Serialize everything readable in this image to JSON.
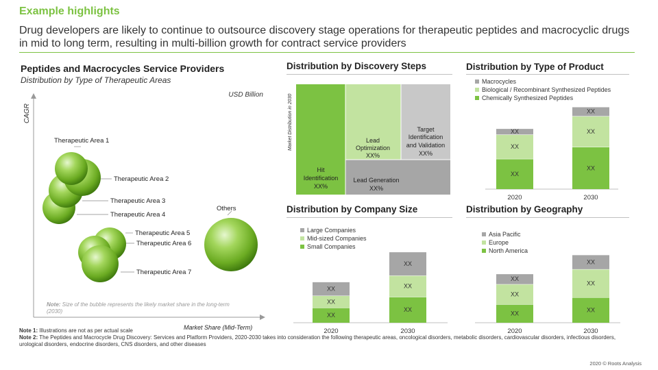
{
  "header": {
    "section_label": "Example highlights",
    "headline": "Drug developers are likely to continue to outsource discovery stage operations for therapeutic peptides and macrocyclic drugs in mid to long term, resulting in multi-billion growth for contract service providers"
  },
  "bubble_panel": {
    "title": "Peptides and Macrocycles Service Providers",
    "subtitle": "Distribution by Type of Therapeutic Areas",
    "unit": "USD Billion",
    "y_axis_label": "CAGR",
    "x_axis_label": "Market Share (Mid-Term)",
    "note_bold": "Note:",
    "note_text": " Size of the bubble represents the likely market share in the long-term (2030)",
    "labels": [
      "Therapeutic Area 1",
      "Therapeutic Area 2",
      "Therapeutic Area 3",
      "Therapeutic Area 4",
      "Therapeutic Area 5",
      "Therapeutic Area 6",
      "Therapeutic Area 7",
      "Others"
    ]
  },
  "notes": {
    "note1_bold": "Note 1:",
    "note1_text": " Illustrations are not as per actual scale",
    "note2_bold": "Note 2:",
    "note2_text": " The Peptides and Macrocycle Drug Discovery: Services and Platform Providers, 2020-2030 takes into consideration the following therapeutic areas, oncological disorders, metabolic disorders, cardiovascular disorders, infectious disorders, urological disorders, endocrine disorders, CNS disorders, and other diseases"
  },
  "footer": {
    "copyright": "2020 © Roots Analysis"
  },
  "colors": {
    "dark_green": "#7cc242",
    "light_green": "#c2e3a0",
    "grey": "#a6a6a6",
    "title_green": "#7cc242"
  },
  "chart_data": [
    {
      "type": "scatter",
      "title": "Peptides and Macrocycles Service Providers",
      "subtitle": "Distribution by Type of Therapeutic Areas",
      "xlabel": "Market Share (Mid-Term)",
      "ylabel": "CAGR",
      "series": [
        {
          "name": "Therapeutic Area 1"
        },
        {
          "name": "Therapeutic Area 2"
        },
        {
          "name": "Therapeutic Area 3"
        },
        {
          "name": "Therapeutic Area 4"
        },
        {
          "name": "Therapeutic Area 5"
        },
        {
          "name": "Therapeutic Area 6"
        },
        {
          "name": "Therapeutic Area 7"
        },
        {
          "name": "Others"
        }
      ]
    },
    {
      "type": "table",
      "title": "Distribution by Discovery Steps",
      "ylabel": "Market Distribution in 2030",
      "cells": [
        {
          "label": "Hit Identification",
          "value": "XX%",
          "color": "dark"
        },
        {
          "label": "Lead Optimization",
          "value": "XX%",
          "color": "light"
        },
        {
          "label": "Target Identification and Validation",
          "value": "XX%",
          "color": "greylight"
        },
        {
          "label": "Lead Generation",
          "value": "XX%",
          "color": "grey"
        }
      ]
    },
    {
      "type": "bar",
      "title": "Distribution by Type of Product",
      "categories": [
        "2020",
        "2030"
      ],
      "legend": [
        "Macrocycles",
        "Biological / Recombinant Synthesized Peptides",
        "Chemically Synthesized Peptides"
      ],
      "series": [
        {
          "name": "Chemically Synthesized Peptides",
          "values": [
            46,
            64
          ],
          "labels": [
            "XX",
            "XX"
          ]
        },
        {
          "name": "Biological / Recombinant Synthesized Peptides",
          "values": [
            37,
            47
          ],
          "labels": [
            "XX",
            "XX"
          ]
        },
        {
          "name": "Macrocycles",
          "values": [
            9,
            14
          ],
          "labels": [
            "XX",
            "XX"
          ]
        }
      ]
    },
    {
      "type": "bar",
      "title": "Distribution by Company Size",
      "categories": [
        "2020",
        "2030"
      ],
      "legend": [
        "Large Companies",
        "Mid-sized Companies",
        "Small Companies"
      ],
      "series": [
        {
          "name": "Small Companies",
          "values": [
            26,
            45
          ],
          "labels": [
            "XX",
            "XX"
          ]
        },
        {
          "name": "Mid-sized Companies",
          "values": [
            21,
            37
          ],
          "labels": [
            "XX",
            "XX"
          ]
        },
        {
          "name": "Large Companies",
          "values": [
            24,
            41
          ],
          "labels": [
            "XX",
            "XX"
          ]
        }
      ]
    },
    {
      "type": "bar",
      "title": "Distribution by Geography",
      "categories": [
        "2020",
        "2030"
      ],
      "legend": [
        "Asia Pacific",
        "Europe",
        "North America"
      ],
      "series": [
        {
          "name": "North America",
          "values": [
            32,
            44
          ],
          "labels": [
            "XX",
            "XX"
          ]
        },
        {
          "name": "Europe",
          "values": [
            35,
            49
          ],
          "labels": [
            "XX",
            "XX"
          ]
        },
        {
          "name": "Asia Pacific",
          "values": [
            18,
            25
          ],
          "labels": [
            "XX",
            "XX"
          ]
        }
      ]
    }
  ]
}
